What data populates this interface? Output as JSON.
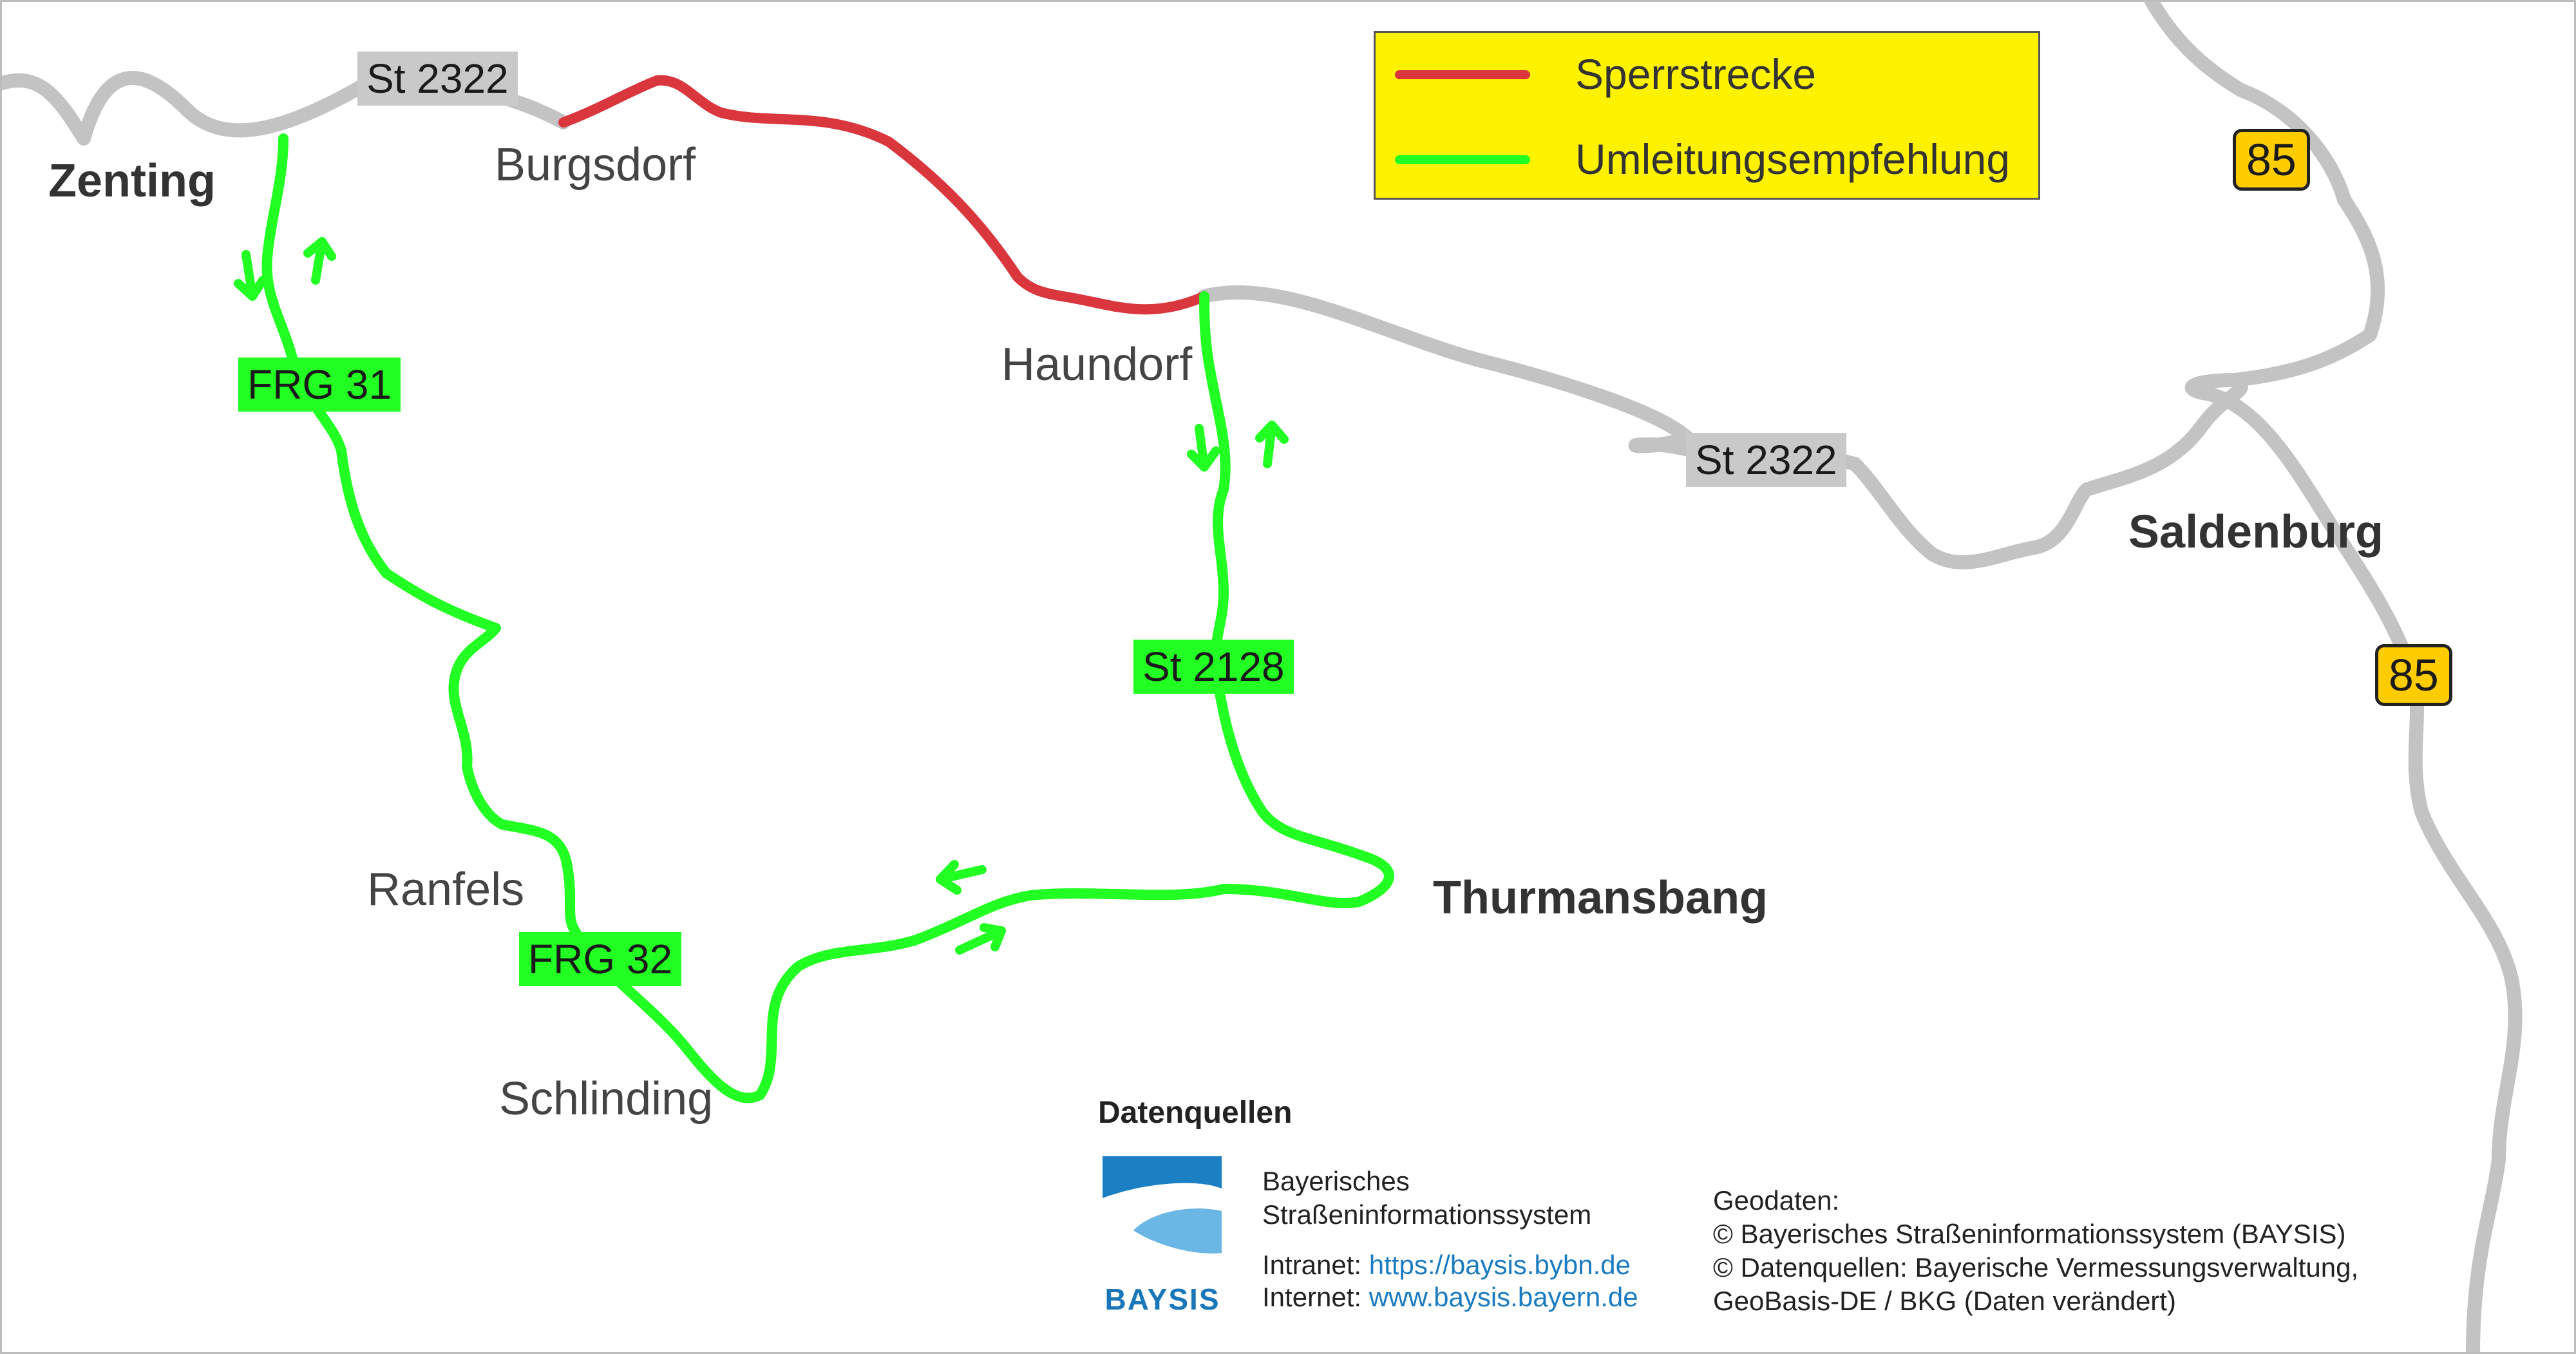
{
  "legend": {
    "closure_label": "Sperrstrecke",
    "detour_label": "Umleitungsempfehlung",
    "closure_color": "#d9363e",
    "detour_color": "#22ff22",
    "background_color": "#fff200"
  },
  "colors": {
    "road_grey": "#c3c3c3",
    "shield_grey": "#c9c9c9",
    "b_road_yellow": "#ffcc00"
  },
  "places": {
    "zenting": "Zenting",
    "burgsdorf": "Burgsdorf",
    "haundorf": "Haundorf",
    "saldenburg": "Saldenburg",
    "ranfels": "Ranfels",
    "thurmansbang": "Thurmansbang",
    "schlinding": "Schlinding"
  },
  "roads": {
    "st2322_top": "St 2322",
    "st2322_right": "St 2322",
    "frg31": "FRG 31",
    "frg32": "FRG 32",
    "st2128": "St 2128",
    "b85_top": "85",
    "b85_bottom": "85"
  },
  "sources": {
    "title": "Datenquellen",
    "logo_text": "BAYSIS",
    "system_line1": "Bayerisches",
    "system_line2": "Straßeninformationssystem",
    "intranet_label": "Intranet:",
    "intranet_url": "https://baysis.bybn.de",
    "internet_label": "Internet:",
    "internet_url": "www.baysis.bayern.de",
    "geo_title": "Geodaten:",
    "geo_line1": "© Bayerisches Straßeninformationssystem (BAYSIS)",
    "geo_line2": "© Datenquellen: Bayerische Vermessungsverwaltung,",
    "geo_line3": "GeoBasis-DE / BKG (Daten verändert)"
  }
}
